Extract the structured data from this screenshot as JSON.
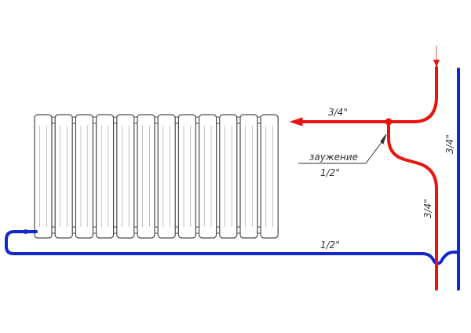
{
  "labels": {
    "supply_horizontal": "3/4\"",
    "supply_vertical": "3/4\"",
    "return_vertical": "3/4\"",
    "narrowing_word": "заужение",
    "narrowing_size": "1/2\"",
    "return_horizontal": "1/2\""
  },
  "colors": {
    "supply": "#e8140f",
    "return": "#1428c8",
    "radiator_stroke": "#4a4a4a",
    "radiator_fill": "#ffffff",
    "text": "#333333"
  },
  "radiator": {
    "section_count": 12
  }
}
